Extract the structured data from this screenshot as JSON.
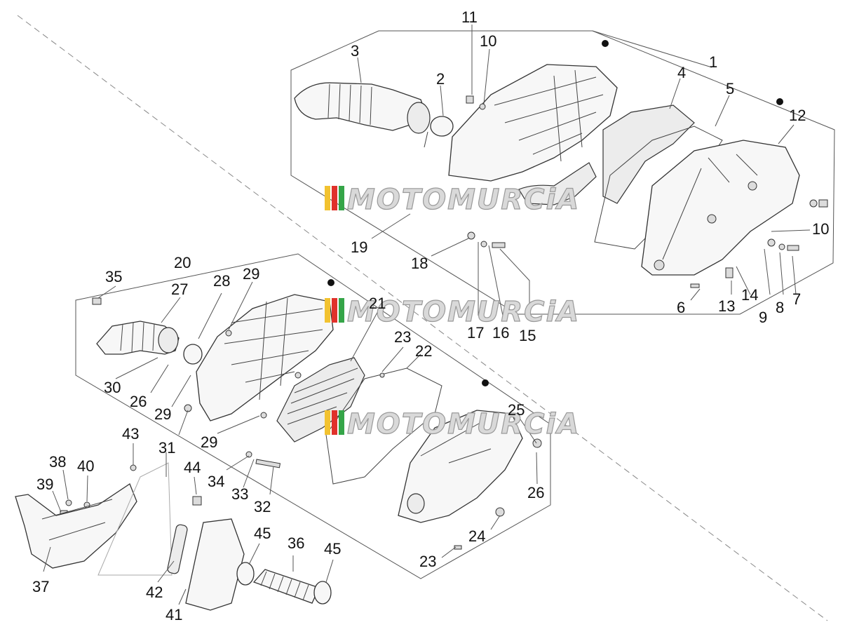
{
  "diagram": {
    "watermark_text": "MOTOMURCiA",
    "watermark_colors": [
      "#f2c230",
      "#e0322b",
      "#35a548"
    ],
    "line_color": "#333333",
    "labels": {
      "n1": "1",
      "n2": "2",
      "n3": "3",
      "n4": "4",
      "n5": "5",
      "n6": "6",
      "n7": "7",
      "n8": "8",
      "n9": "9",
      "n10a": "10",
      "n10b": "10",
      "n11": "11",
      "n12": "12",
      "n13": "13",
      "n14": "14",
      "n15": "15",
      "n16": "16",
      "n17": "17",
      "n18": "18",
      "n19": "19",
      "n20": "20",
      "n21": "21",
      "n22": "22",
      "n23a": "23",
      "n23b": "23",
      "n24": "24",
      "n25": "25",
      "n26a": "26",
      "n26b": "26",
      "n27": "27",
      "n28": "28",
      "n29a": "29",
      "n29b": "29",
      "n29c": "29",
      "n30": "30",
      "n31": "31",
      "n32": "32",
      "n33": "33",
      "n34": "34",
      "n35": "35",
      "n36": "36",
      "n37": "37",
      "n38": "38",
      "n39": "39",
      "n40": "40",
      "n41": "41",
      "n42": "42",
      "n43": "43",
      "n44": "44",
      "n45a": "45",
      "n45b": "45"
    }
  }
}
